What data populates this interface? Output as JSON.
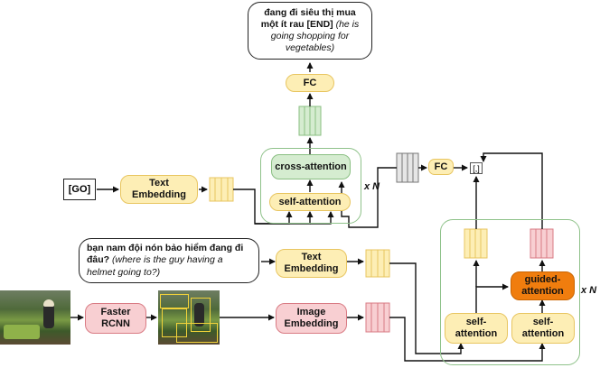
{
  "output_text": {
    "vi": "đang đi siêu thị mua một ít rau [END]",
    "en": "(he is going shopping for vegetables)"
  },
  "question_text": {
    "vi": "bạn nam đội nón bảo hiểm đang đi đâu?",
    "en": "(where is the guy having a helmet going to?)"
  },
  "blocks": {
    "fc_top": "FC",
    "fc_right": "FC",
    "cross_attention": "cross-attention",
    "self_attention_decoder": "self-attention",
    "text_embedding_go": "Text Embedding",
    "text_embedding_question": "Text Embedding",
    "image_embedding": "Image Embedding",
    "faster_rcnn": "Faster RCNN",
    "guided_attention": "guided-attention",
    "self_attention_left": "self-attention",
    "self_attention_right": "self-attention"
  },
  "go_token": "[GO]",
  "concat_symbol": "[,]",
  "repeat_label_decoder": "x N",
  "repeat_label_encoder": "x N",
  "colors": {
    "yellow_fill": "#fdeeb5",
    "pink_fill": "#f8cfd2",
    "green_fill": "#d5ecd0",
    "orange_fill": "#f07d0e",
    "gray_fill": "#e6e6e6"
  }
}
